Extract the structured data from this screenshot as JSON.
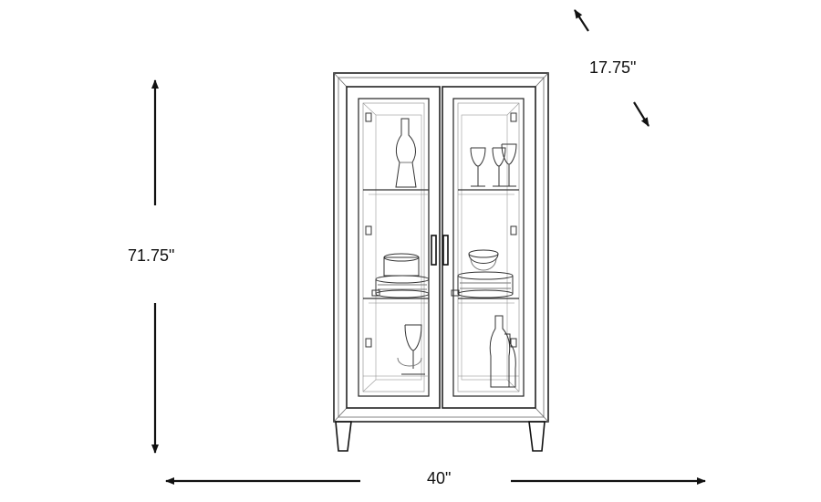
{
  "dimensions": {
    "height": "71.75\"",
    "width": "40\"",
    "depth": "17.75\""
  },
  "colors": {
    "line": "#111111",
    "background": "#ffffff"
  }
}
